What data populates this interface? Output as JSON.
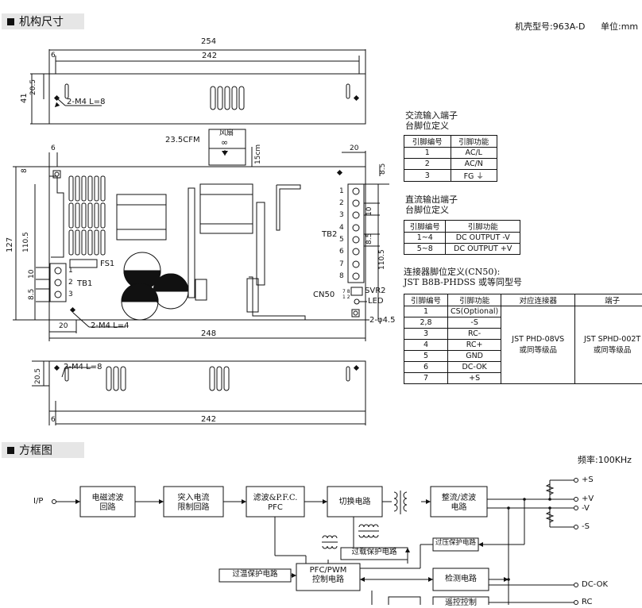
{
  "sections": {
    "dimensions": "机构尺寸",
    "block_diagram": "方框图"
  },
  "header": {
    "case_model": "机壳型号:963A-D",
    "unit": "单位:mm",
    "frequency": "频率:100KHz"
  },
  "dims": {
    "top_254": "254",
    "top_242": "242",
    "top_6": "6",
    "top_20_5": "20.5",
    "top_41": "41",
    "top_screw": "2-M4 L=8",
    "airflow": "23.5CFM",
    "fan_label": "风扇",
    "fan_gap": "15cm",
    "mid_6": "6",
    "mid_20": "20",
    "mid_8": "8",
    "mid_8_5": "8.5",
    "mid_127": "127",
    "mid_110_5": "110.5",
    "mid_10": "10",
    "mid_8_5_left": "8.5",
    "mid_10_right": "10",
    "mid_8_5_right": "8.5",
    "mid_110_5_right": "110.5",
    "fs1": "FS1",
    "tb1": "TB1",
    "tb2": "TB2",
    "cn50": "CN50",
    "svr2": "SVR2",
    "led": "LED",
    "bottom_20": "20",
    "bottom_screw": "2-M4 L=4",
    "bottom_248": "248",
    "hole": "2-φ4.5",
    "tb1_pins": [
      "1",
      "2",
      "3"
    ],
    "tb2_pins": [
      "1",
      "2",
      "3",
      "4",
      "5",
      "6",
      "7",
      "8"
    ],
    "cn50_pins": "7 8\n1 2",
    "side_screw": "2-M4 L=8",
    "side_20_5": "20.5",
    "side_6": "6",
    "side_242": "242"
  },
  "ac_input": {
    "title": "交流输入端子",
    "subtitle": "台脚位定义",
    "headers": [
      "引脚编号",
      "引脚功能"
    ],
    "rows": [
      [
        "1",
        "AC/L"
      ],
      [
        "2",
        "AC/N"
      ],
      [
        "3",
        "FG ⏚"
      ]
    ]
  },
  "dc_output": {
    "title": "直流输出端子",
    "subtitle": "台脚位定义",
    "headers": [
      "引脚编号",
      "引脚功能"
    ],
    "rows": [
      [
        "1~4",
        "DC OUTPUT -V"
      ],
      [
        "5~8",
        "DC OUTPUT +V"
      ]
    ]
  },
  "cn50": {
    "title": "连接器脚位定义(CN50):",
    "subtitle": "JST B8B-PHDSS 或等同型号",
    "headers": [
      "引脚编号",
      "引脚功能",
      "对应连接器",
      "端子"
    ],
    "rows": [
      [
        "1",
        "CS(Optional)"
      ],
      [
        "2,8",
        "-S"
      ],
      [
        "3",
        "RC-"
      ],
      [
        "4",
        "RC+"
      ],
      [
        "5",
        "GND"
      ],
      [
        "6",
        "DC-OK"
      ],
      [
        "7",
        "+S"
      ]
    ],
    "mating_connector": "JST PHD-08VS",
    "mating_connector_alt": "或同等级品",
    "terminal": "JST SPHD-002T",
    "terminal_alt": "或同等级品"
  },
  "block": {
    "input": "I/P",
    "emi_filter": [
      "电磁滤波",
      "回路"
    ],
    "inrush": [
      "突入电流",
      "限制回路"
    ],
    "rect_pfc": [
      "滤波&P.F.C.",
      "PFC"
    ],
    "switching": "切换电路",
    "rect_filter": [
      "整流/滤波",
      "电路"
    ],
    "ovp": "过压保护电路",
    "olp": "过载保护电路",
    "otp": "过温保护电路",
    "pfc_pwm": [
      "PFC/PWM",
      "控制电路"
    ],
    "detect": "检测电路",
    "remote": "遥控控制",
    "out_s_plus": "+S",
    "out_v_plus": "+V",
    "out_v_minus": "-V",
    "out_s_minus": "-S",
    "dc_ok": "DC-OK",
    "rc": "RC"
  }
}
